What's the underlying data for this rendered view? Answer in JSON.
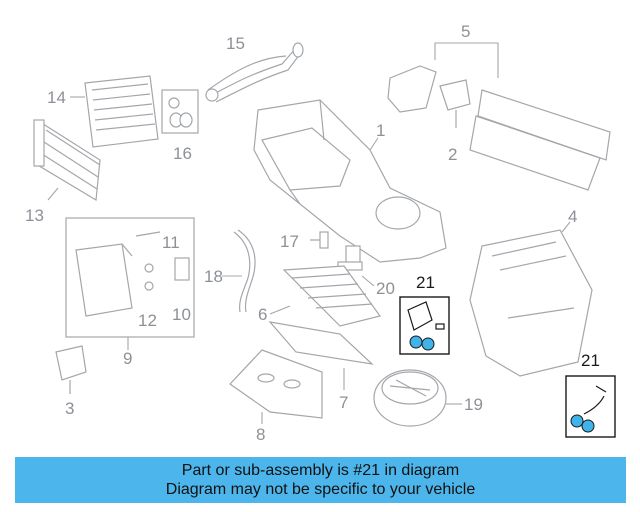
{
  "callouts": {
    "c1": "1",
    "c2": "2",
    "c3": "3",
    "c4": "4",
    "c5": "5",
    "c6": "6",
    "c7": "7",
    "c8": "8",
    "c9": "9",
    "c10": "10",
    "c11": "11",
    "c12": "12",
    "c13": "13",
    "c14": "14",
    "c15": "15",
    "c16": "16",
    "c17": "17",
    "c18": "18",
    "c19": "19",
    "c20": "20",
    "c21a": "21",
    "c21b": "21"
  },
  "banner": {
    "line1": "Part or sub-assembly is #21 in diagram",
    "line2": "Diagram may not be specific to your vehicle"
  },
  "colors": {
    "highlight": "#40b4ea",
    "banner": "#4cb6ec",
    "linework": "#a3a7ab"
  }
}
